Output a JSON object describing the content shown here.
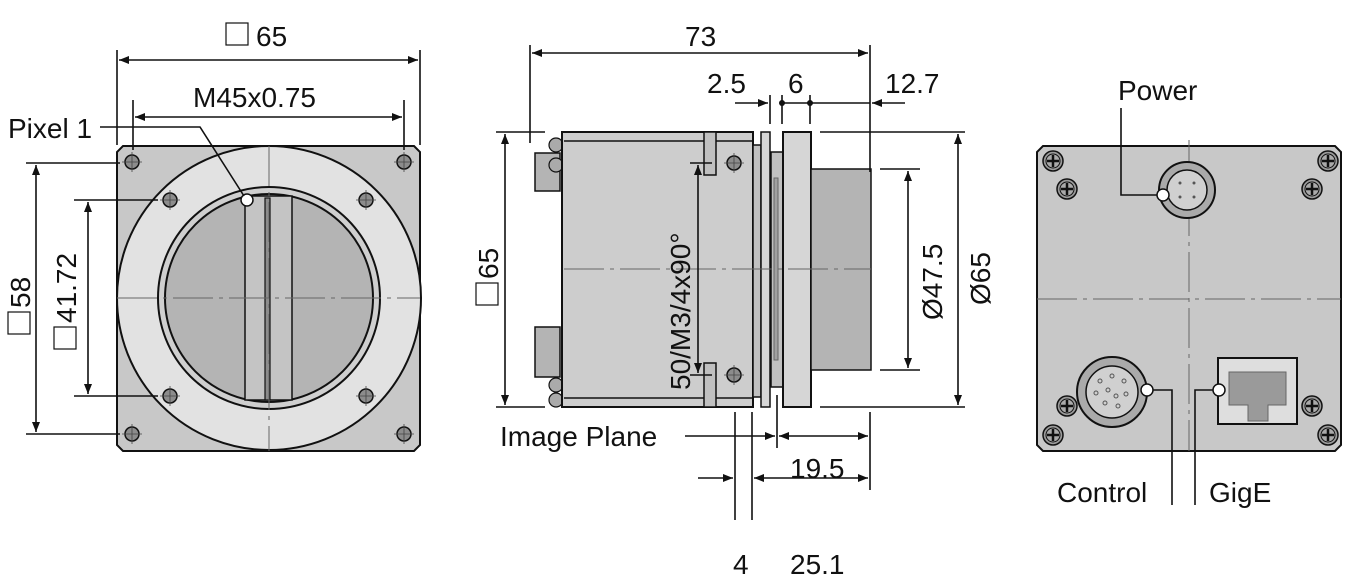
{
  "front_view": {
    "width_label": "65",
    "thread_label": "M45x0.75",
    "pixel_label": "Pixel 1",
    "hole_pitch_outer_label": "58",
    "hole_pitch_inner_label": "41.72"
  },
  "side_view": {
    "length_label": "73",
    "dim_a_label": "2.5",
    "dim_b_label": "6",
    "dim_c_label": "12.7",
    "height_label": "65",
    "mount_label": "50/M3/4x90°",
    "lens_dia_label": "Ø47.5",
    "flange_dia_label": "Ø65",
    "image_plane_label": "Image Plane",
    "dim_d_label": "19.5",
    "dim_e_label": "4",
    "dim_f_label": "25.1"
  },
  "back_view": {
    "power_label": "Power",
    "control_label": "Control",
    "gige_label": "GigE"
  },
  "colors": {
    "body": "#c8c8c8",
    "flange": "#e2e2e2",
    "lens": "#b4b4b4",
    "dark": "#8c8c8c"
  }
}
